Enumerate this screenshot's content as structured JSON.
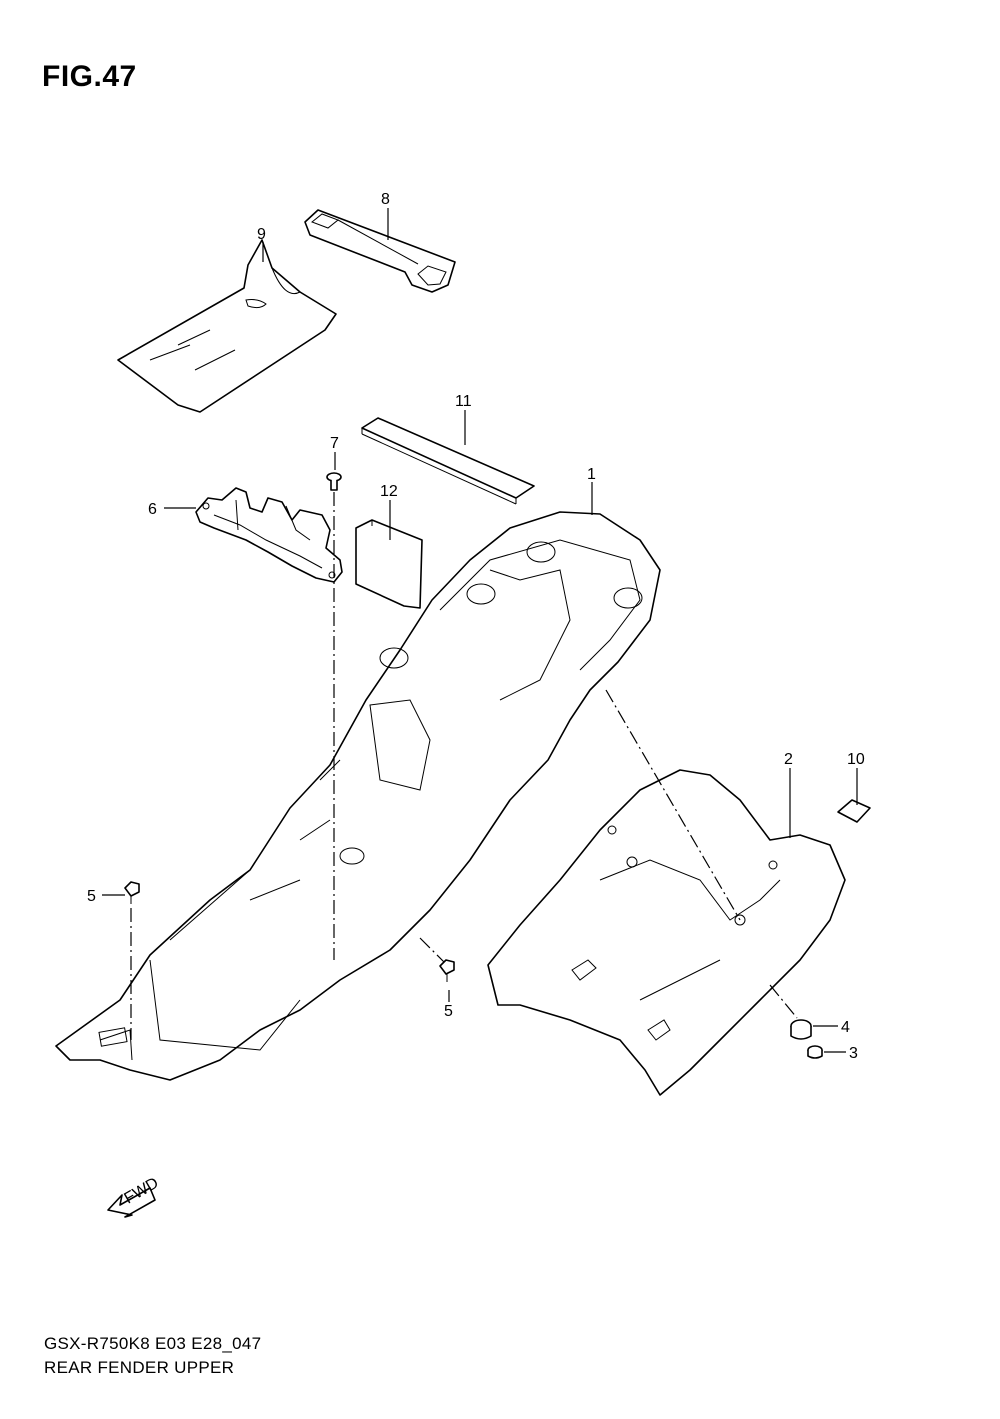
{
  "figure": {
    "title": "FIG.47"
  },
  "footer": {
    "model_code": "GSX-R750K8 E03 E28_047",
    "section_name": "REAR FENDER UPPER"
  },
  "callouts": {
    "c1": "1",
    "c2": "2",
    "c3": "3",
    "c4": "4",
    "c5a": "5",
    "c5b": "5",
    "c6": "6",
    "c7": "7",
    "c8": "8",
    "c9": "9",
    "c10": "10",
    "c11": "11",
    "c12": "12"
  },
  "fwd_label": "FWD"
}
